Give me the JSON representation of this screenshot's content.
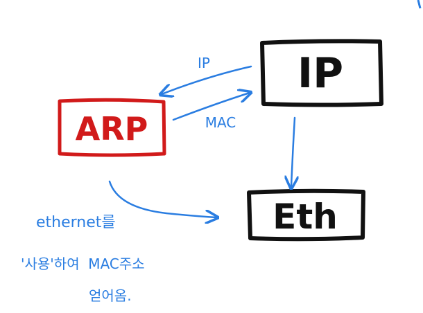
{
  "nodes": {
    "ip": {
      "label": "IP"
    },
    "arp": {
      "label": "ARP"
    },
    "eth": {
      "label": "Eth"
    }
  },
  "edges": {
    "ip_to_arp": {
      "label": "IP"
    },
    "arp_to_ip": {
      "label": "MAC"
    }
  },
  "note": {
    "line1": "ethernet를",
    "line2": "'사용'하여  MAC주소",
    "line3": "얻어옴."
  },
  "colors": {
    "ink": "#111111",
    "arp_box": "#d11a1a",
    "arrow": "#2a7de1"
  }
}
